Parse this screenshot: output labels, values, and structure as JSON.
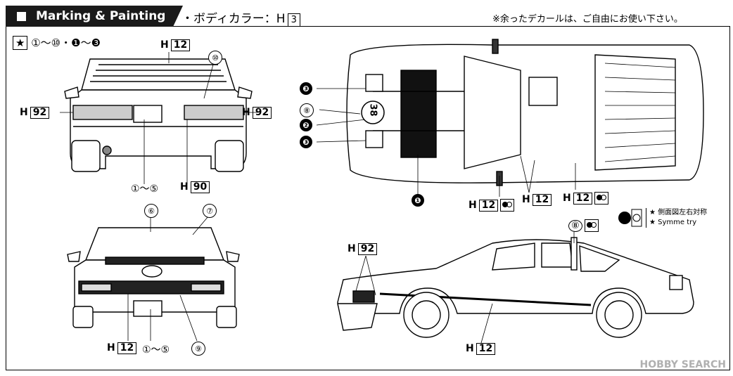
{
  "header": {
    "title": "Marking & Painting",
    "body_color_label": "・ボディカラー：H",
    "body_color_code": "3",
    "note": "※余ったデカールは、ご自由にお使い下さい。"
  },
  "legend_top": {
    "star": "★",
    "range": "①〜⑩・❶〜❸"
  },
  "rear_view": {
    "label_top_h": "H",
    "label_top_code": "12",
    "num_10": "⑩",
    "left_h": "H",
    "left_code": "92",
    "right_h": "H",
    "right_code": "92",
    "bottom_range": "①〜⑤",
    "bottom_h": "H",
    "bottom_code": "90"
  },
  "front_view": {
    "num_6": "⑥",
    "num_7": "⑦",
    "bottom_h": "H",
    "bottom_code": "12",
    "bottom_range": "①〜⑤",
    "num_9": "⑨"
  },
  "top_view": {
    "num3a": "❸",
    "num8": "⑧",
    "num2": "❷",
    "num3b": "❸",
    "num1": "❶",
    "race_number": "38",
    "h1": "H",
    "c1": "12",
    "h2": "H",
    "c2": "12",
    "h3": "H",
    "c3": "12"
  },
  "side_view": {
    "num8": "⑧",
    "top_h": "H",
    "top_code": "92",
    "bottom_h": "H",
    "bottom_code": "12"
  },
  "symmetry": {
    "line1": "★ 側面図左右対称",
    "line2": "★ Symme try"
  },
  "watermark": "HOBBY SEARCH",
  "colors": {
    "header_bg": "#1a1a1a",
    "line": "#000000",
    "watermark": "#b0b0b0"
  }
}
